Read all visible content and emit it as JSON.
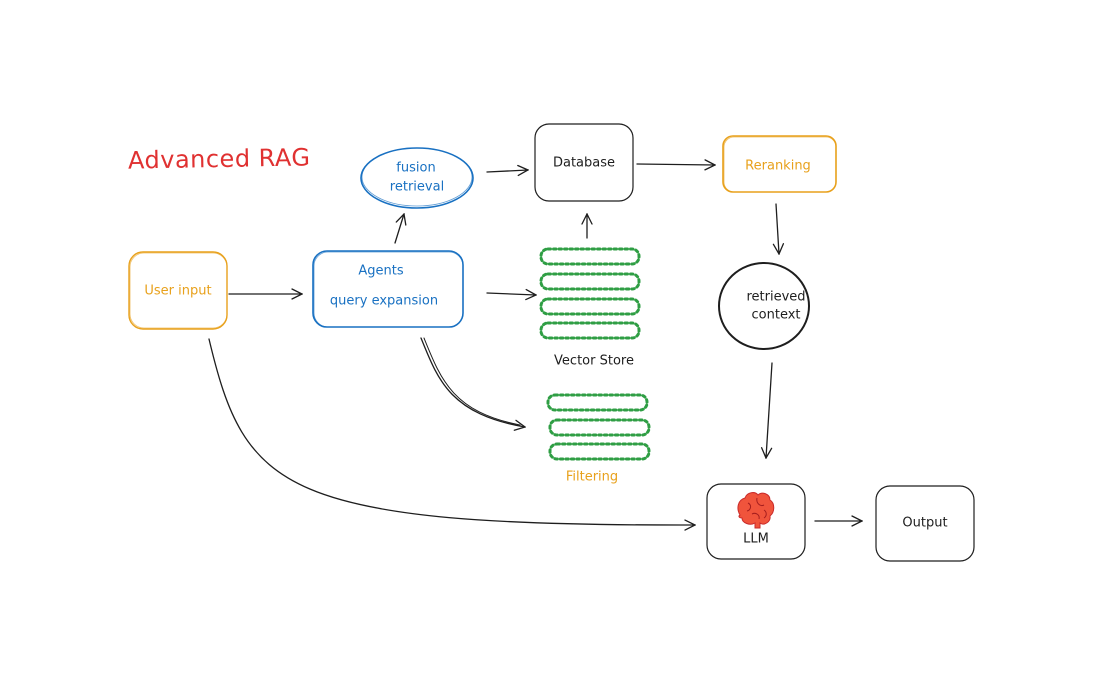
{
  "title": "Advanced RAG",
  "colors": {
    "orange": "#e8a11c",
    "blue": "#1971c2",
    "green": "#2f9e44",
    "red": "#e03131",
    "black": "#1e1e1e"
  },
  "nodes": {
    "user_input": "User input",
    "agents_line1": "Agents",
    "agents_line2": "query expansion",
    "fusion_line1": "fusion",
    "fusion_line2": "retrieval",
    "database": "Database",
    "reranking": "Reranking",
    "retrieved_line1": "retrieved",
    "retrieved_line2": "context",
    "vector_store": "Vector Store",
    "filtering": "Filtering",
    "llm": "LLM",
    "llm_icon": "brain-icon",
    "output": "Output"
  }
}
